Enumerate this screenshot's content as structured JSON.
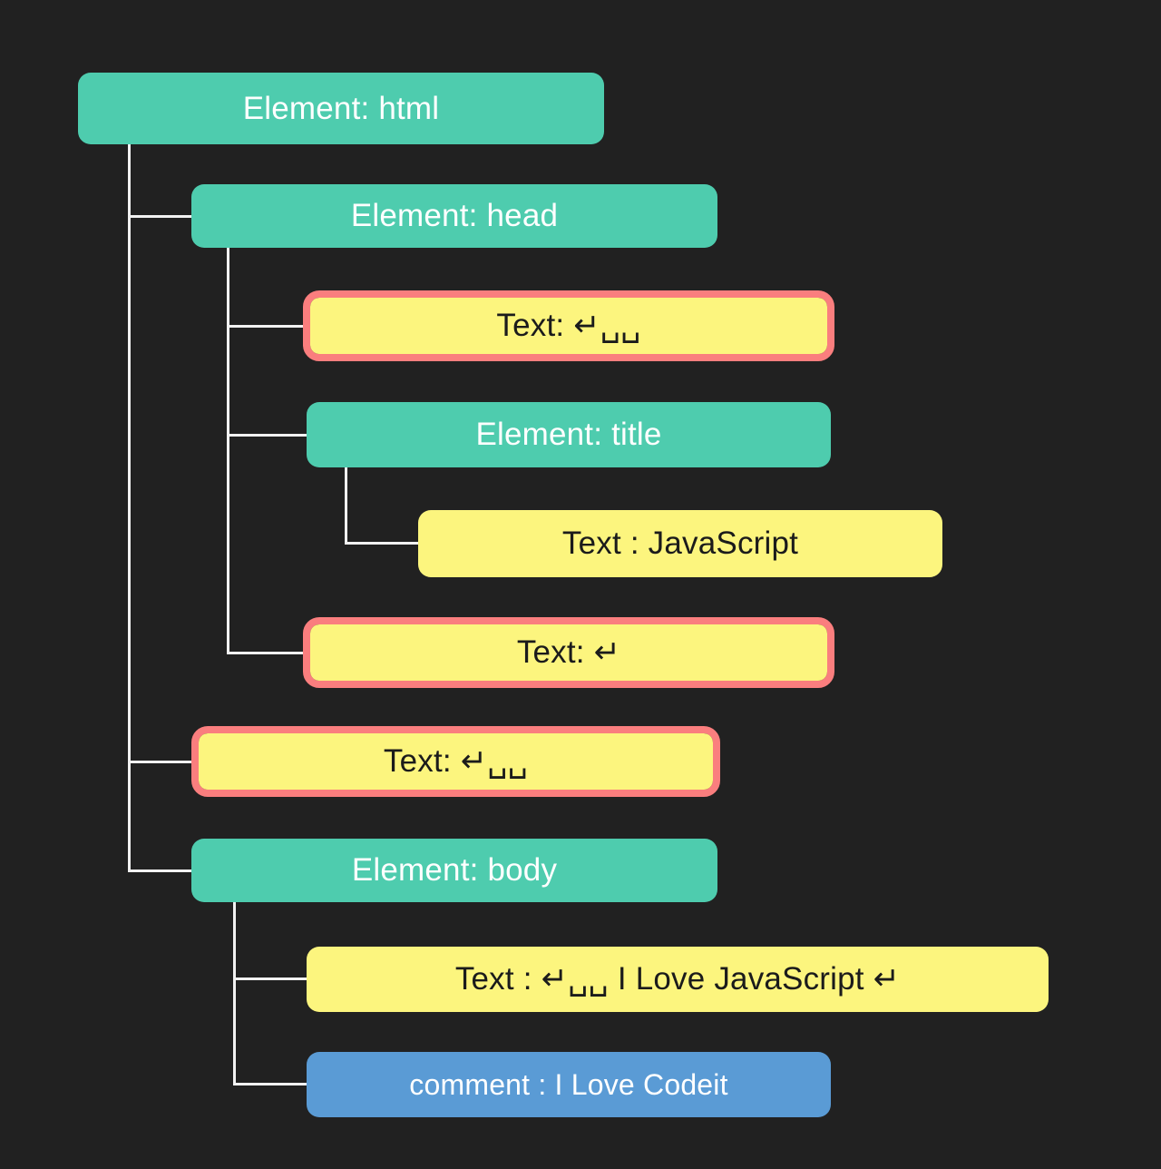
{
  "diagram": {
    "title": "DOM tree diagram",
    "background_color": "#212121",
    "colors": {
      "element_node": "#4ECCAE",
      "text_node": "#FCF57E",
      "text_node_outline": "#FA7E7E",
      "comment_node": "#5A9BD5",
      "connector_line": "#F2F2F2",
      "element_text": "#FFFFFF",
      "text_node_text": "#1B1B1B",
      "comment_text": "#FFFFFF"
    },
    "glyphs": {
      "carriage_return": "↵",
      "space_marker": "␣"
    }
  },
  "nodes": {
    "html": {
      "label": "Element: html",
      "type": "element",
      "depth": 0
    },
    "head": {
      "label": "Element: head",
      "type": "element",
      "depth": 1
    },
    "head_text_1": {
      "label": "Text: ↵␣␣",
      "type": "text",
      "outlined": true,
      "depth": 2
    },
    "title": {
      "label": "Element: title",
      "type": "element",
      "depth": 2
    },
    "title_text": {
      "label": "Text : JavaScript",
      "type": "text",
      "outlined": false,
      "depth": 3
    },
    "head_text_2": {
      "label": "Text: ↵",
      "type": "text",
      "outlined": true,
      "depth": 2
    },
    "html_text": {
      "label": "Text: ↵␣␣",
      "type": "text",
      "outlined": true,
      "depth": 1
    },
    "body": {
      "label": "Element: body",
      "type": "element",
      "depth": 1
    },
    "body_text": {
      "label": "Text : ↵␣␣ I Love JavaScript ↵",
      "type": "text",
      "outlined": false,
      "depth": 2
    },
    "body_comment": {
      "label": "comment : I Love Codeit",
      "type": "comment",
      "depth": 2
    }
  }
}
